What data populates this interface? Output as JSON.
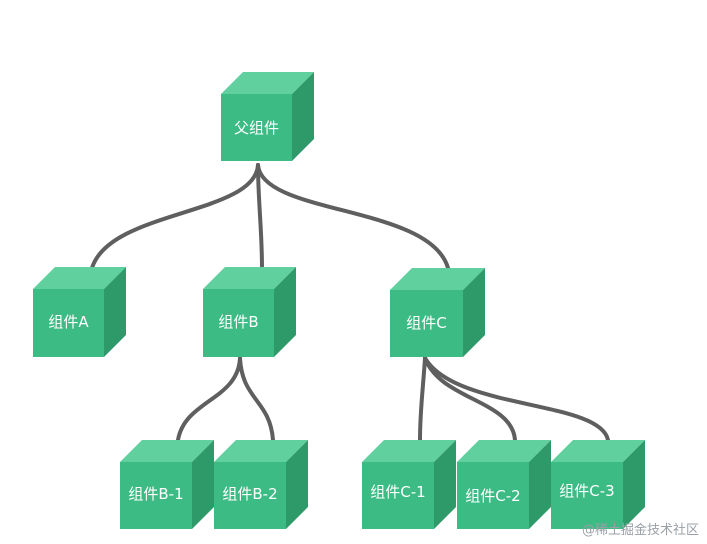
{
  "nodes": {
    "parent": "父组件",
    "a": "组件A",
    "b": "组件B",
    "c": "组件C",
    "b1": "组件B-1",
    "b2": "组件B-2",
    "c1": "组件C-1",
    "c2": "组件C-2",
    "c3": "组件C-3"
  },
  "watermark": "@稀土掘金技术社区",
  "colors": {
    "front": "#3dbb84",
    "top": "#5fd09e",
    "side": "#2e9a6a",
    "connector": "#5f5f5f"
  }
}
